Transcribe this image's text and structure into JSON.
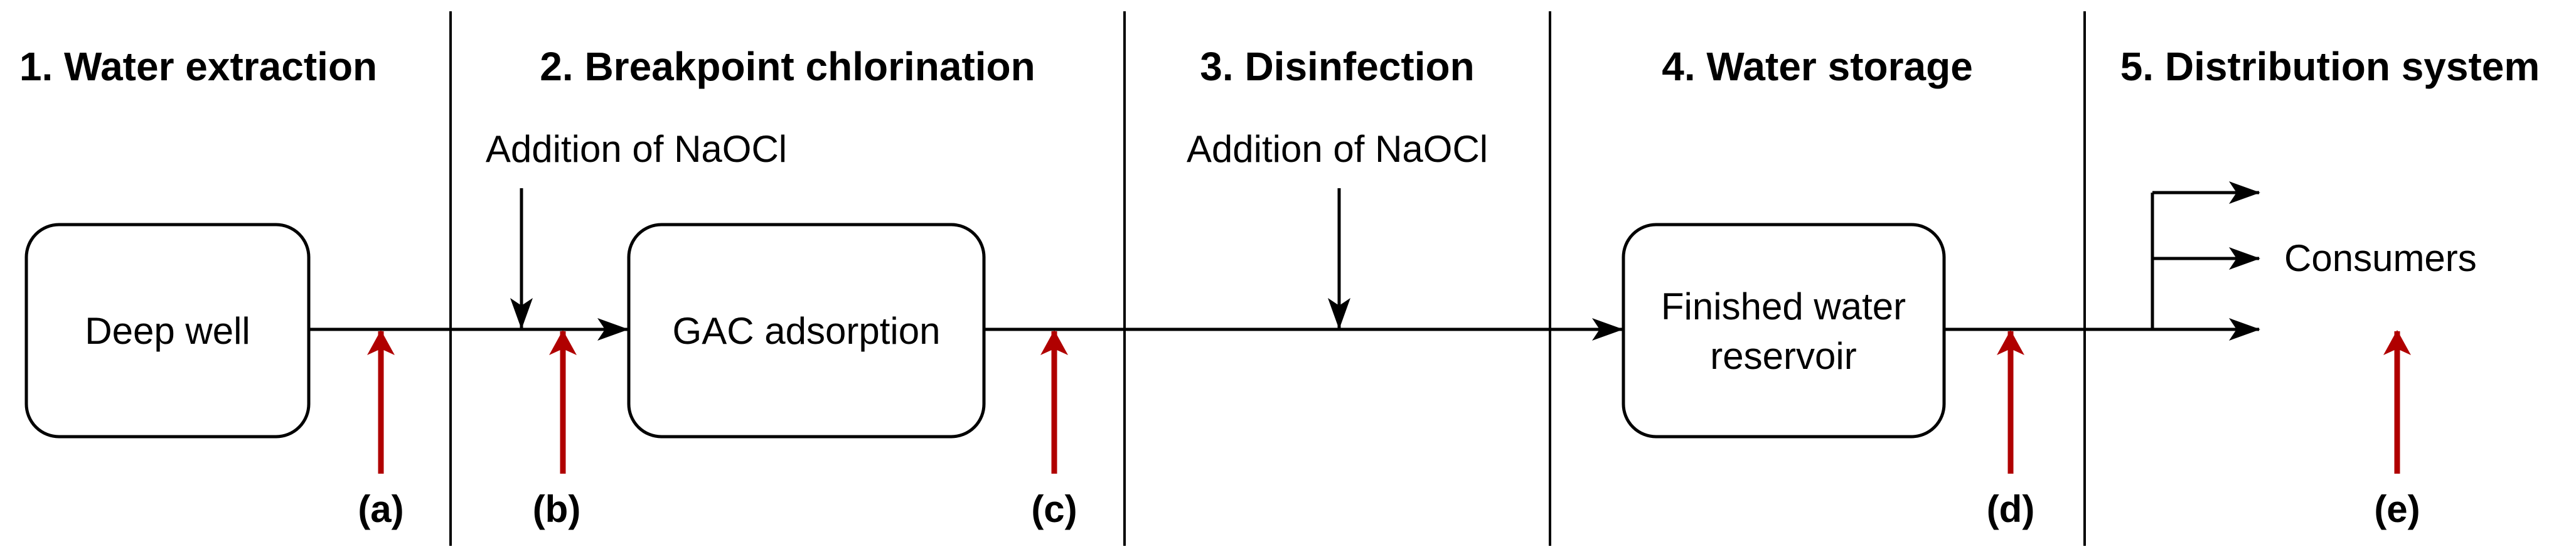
{
  "stages": [
    {
      "title": "1. Water extraction"
    },
    {
      "title": "2. Breakpoint chlorination"
    },
    {
      "title": "3. Disinfection"
    },
    {
      "title": "4. Water storage"
    },
    {
      "title": "5. Distribution system"
    }
  ],
  "processes": {
    "deep_well": "Deep well",
    "gac": "GAC adsorption",
    "reservoir_line1": "Finished water",
    "reservoir_line2": "reservoir",
    "consumers": "Consumers"
  },
  "additions": {
    "naocl_1": "Addition of NaOCl",
    "naocl_2": "Addition of NaOCl"
  },
  "sampling_points": [
    "(a)",
    "(b)",
    "(c)",
    "(d)",
    "(e)"
  ],
  "colors": {
    "flow": "#000000",
    "sampling_arrow": "#b00000"
  }
}
